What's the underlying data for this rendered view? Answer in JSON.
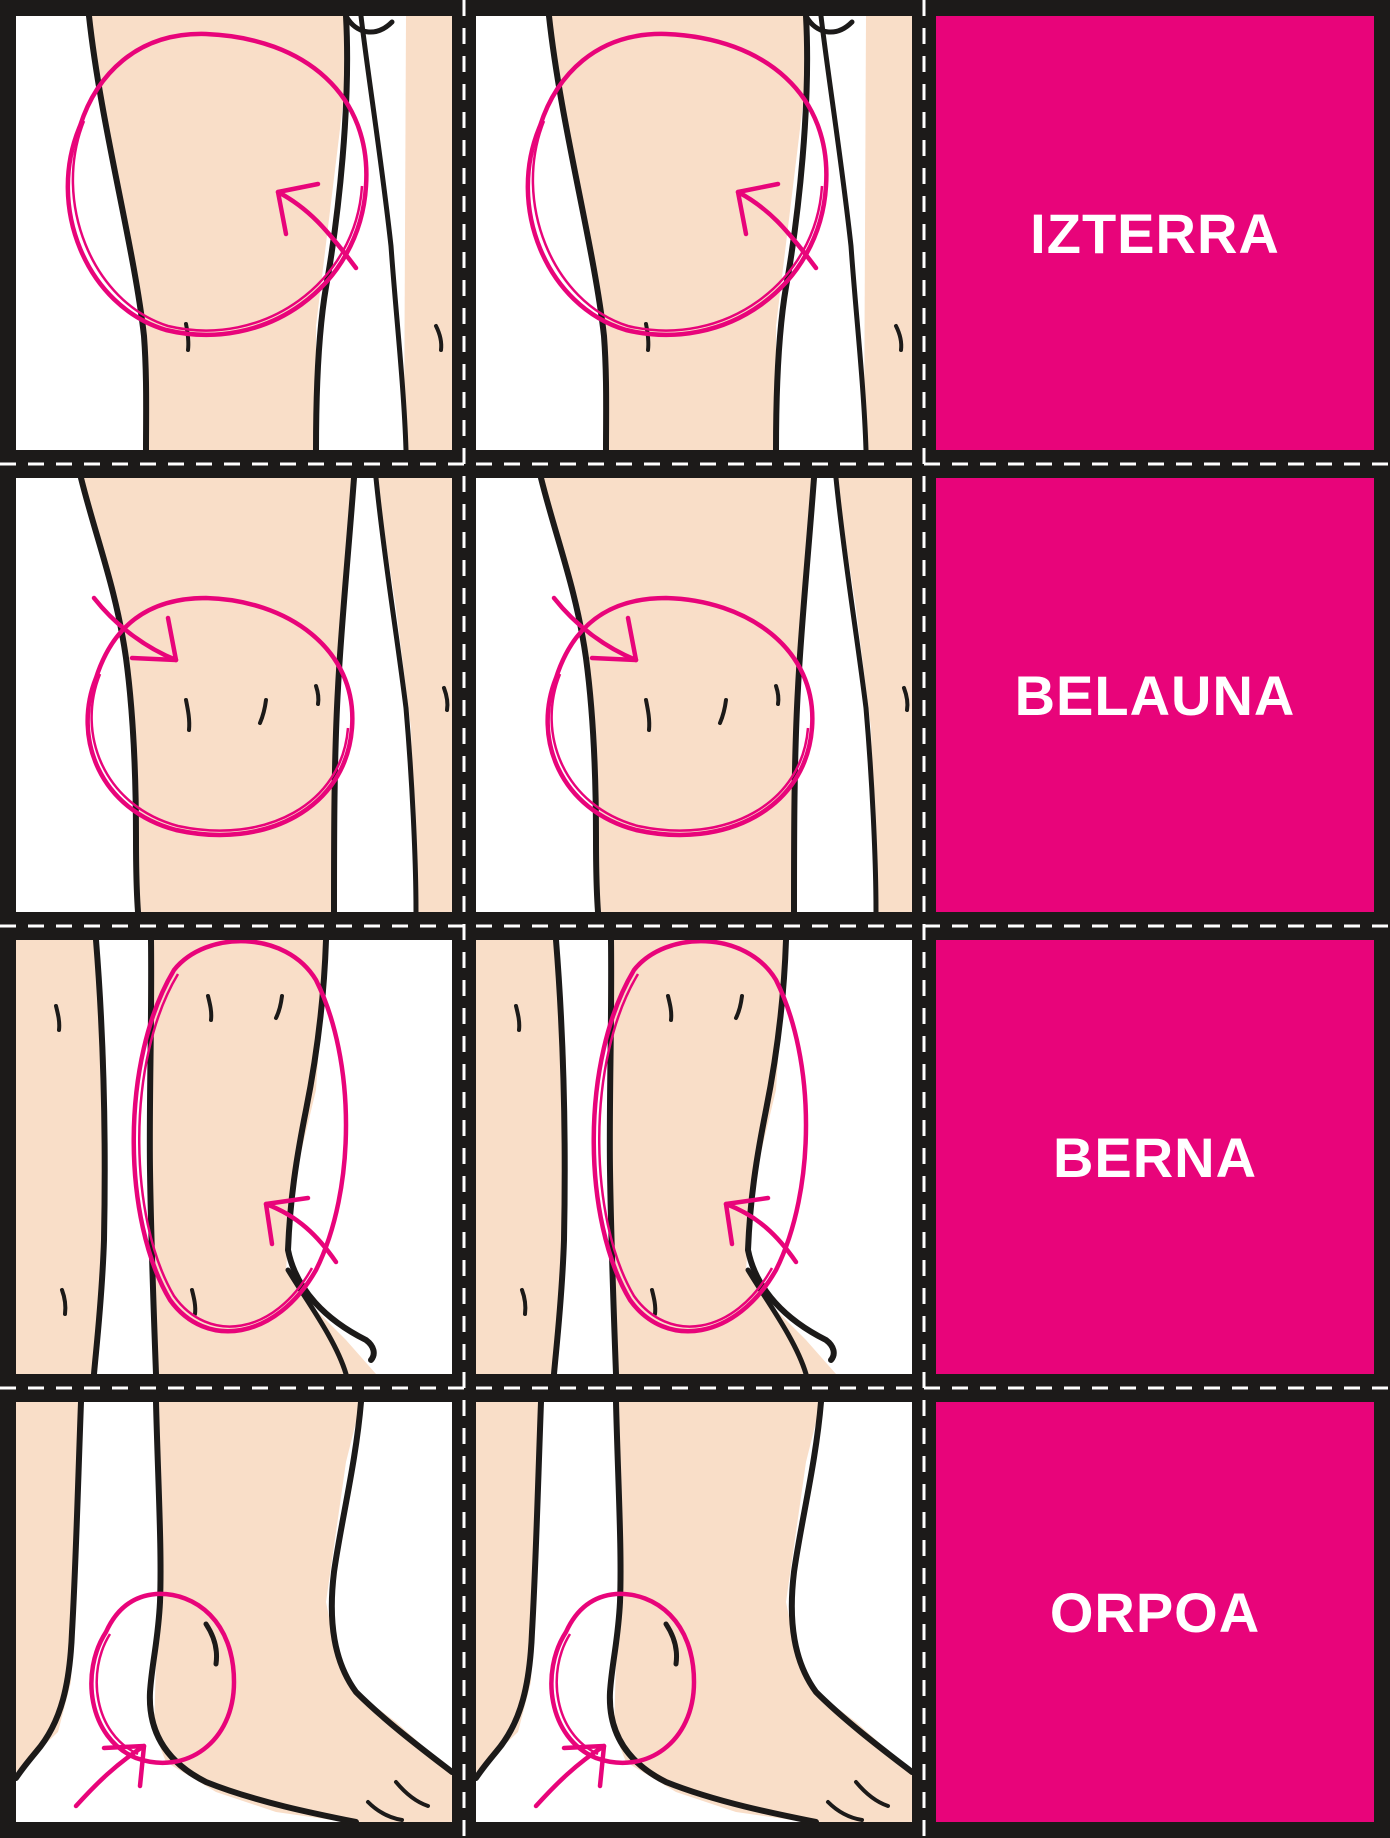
{
  "colors": {
    "accent": "#e8047a",
    "skin": "#f9dec8",
    "outline": "#1c1a19",
    "cut_line": "#ffffff"
  },
  "rows": [
    {
      "part": "thigh",
      "label": "IZTERRA"
    },
    {
      "part": "knee",
      "label": "BELAUNA"
    },
    {
      "part": "calf",
      "label": "BERNA"
    },
    {
      "part": "heel",
      "label": "ORPOA"
    }
  ]
}
